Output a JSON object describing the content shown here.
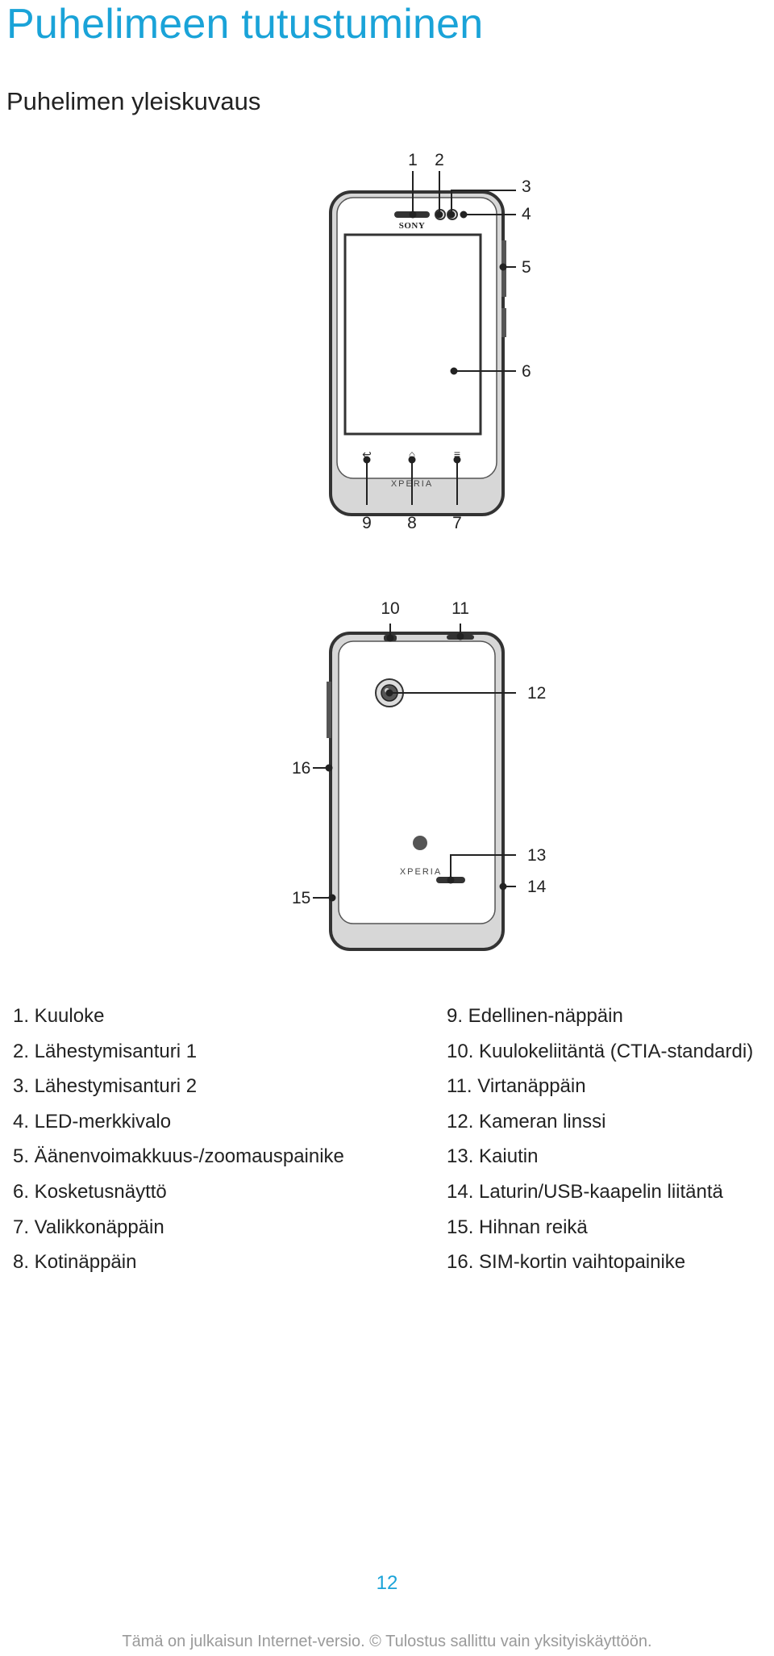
{
  "header": {
    "title": "Puhelimeen tutustuminen",
    "subtitle": "Puhelimen yleiskuvaus"
  },
  "figure_front": {
    "brand_top": "SONY",
    "brand_bottom": "XPERIA",
    "callouts": [
      "1",
      "2",
      "3",
      "4",
      "5",
      "6",
      "7",
      "8",
      "9"
    ]
  },
  "figure_back": {
    "brand": "XPERIA",
    "callouts": [
      "10",
      "11",
      "12",
      "13",
      "14",
      "15",
      "16"
    ]
  },
  "legend": {
    "left": [
      "1. Kuuloke",
      "2. Lähestymisanturi 1",
      "3. Lähestymisanturi 2",
      "4. LED-merkkivalo",
      "5. Äänenvoimakkuus-/zoomauspainike",
      "6. Kosketusnäyttö",
      "7. Valikkonäppäin",
      "8. Kotinäppäin"
    ],
    "right": [
      "9. Edellinen-näppäin",
      "10. Kuulokeliitäntä (CTIA-standardi)",
      "11. Virtanäppäin",
      "12. Kameran linssi",
      "13. Kaiutin",
      "14. Laturin/USB-kaapelin liitäntä",
      "15. Hihnan reikä",
      "16. SIM-kortin vaihtopainike"
    ]
  },
  "footer": {
    "page_number": "12",
    "note": "Tämä on julkaisun Internet-versio. © Tulostus sallittu vain yksityiskäyttöön."
  },
  "colors": {
    "accent": "#1aa3d8",
    "footer_text": "#9a9a9a"
  }
}
